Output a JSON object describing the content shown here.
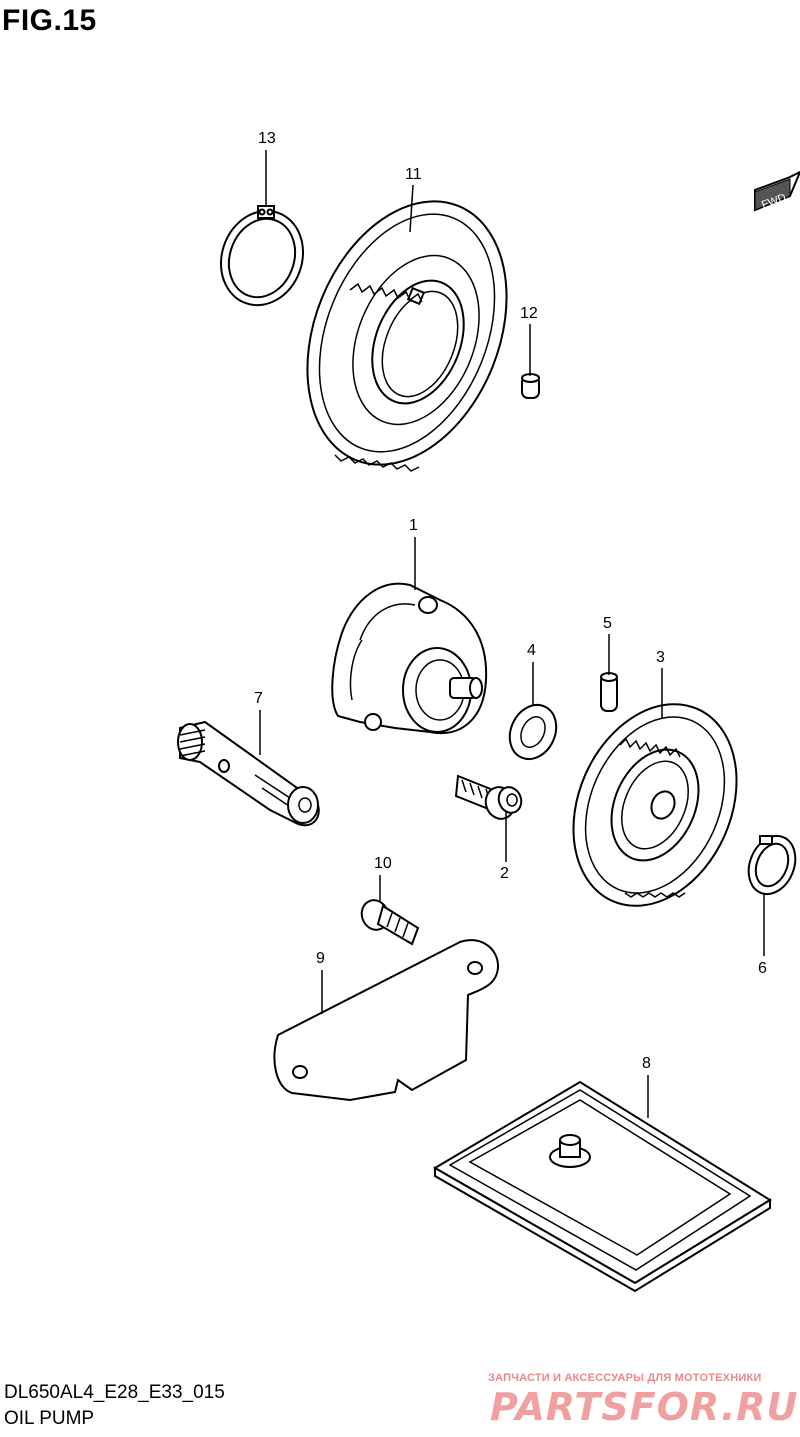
{
  "figure": {
    "title": "FIG.15",
    "code": "DL650AL4_E28_E33_015",
    "name": "OIL PUMP"
  },
  "direction_tag": "FWD",
  "callouts": {
    "p1": "1",
    "p2": "2",
    "p3": "3",
    "p4": "4",
    "p5": "5",
    "p6": "6",
    "p7": "7",
    "p8": "8",
    "p9": "9",
    "p10": "10",
    "p11": "11",
    "p12": "12",
    "p13": "13"
  },
  "watermark": {
    "subtitle": "ЗАПЧАСТИ И АКСЕССУАРЫ ДЛЯ МОТОТЕХНИКИ",
    "brand": "PARTSFOR.RU"
  },
  "colors": {
    "line": "#000000",
    "watermark": "#f0a0a0"
  }
}
